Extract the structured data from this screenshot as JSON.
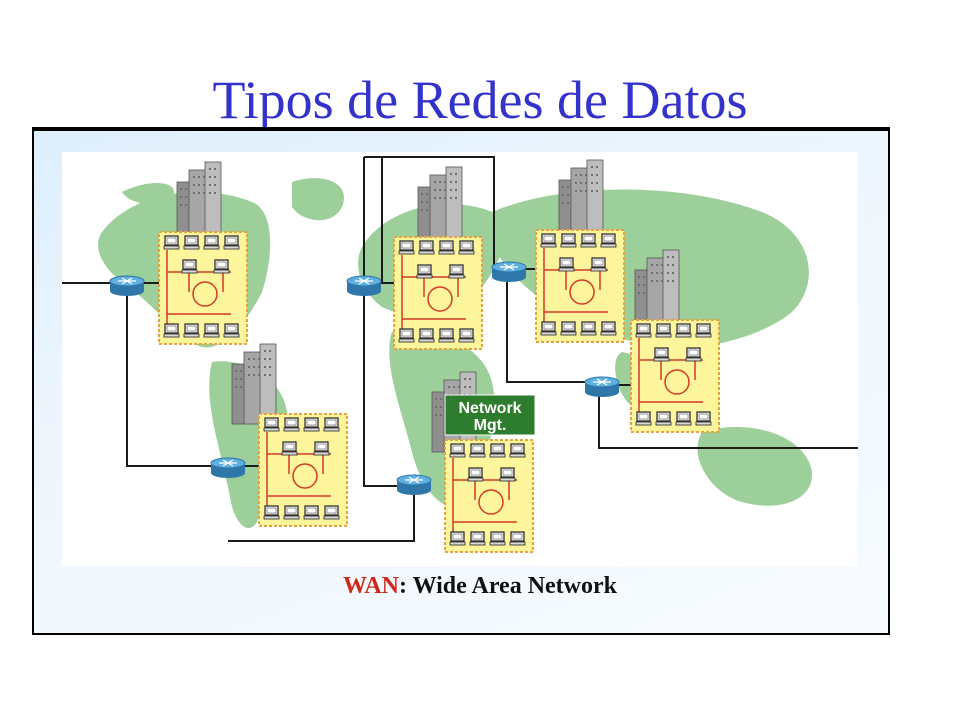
{
  "slide": {
    "title": "Tipos de Redes de Datos",
    "caption_acronym": "WAN",
    "caption_rest": ": Wide Area Network"
  },
  "diagram": {
    "management_label_line1": "Network",
    "management_label_line2": "Mgt.",
    "sites": [
      "north-america",
      "south-america",
      "europe",
      "russia-west",
      "russia-east",
      "africa-management"
    ],
    "routers": 6,
    "colors": {
      "map": "#9ccf9a",
      "site_panel": "#fdf59c",
      "site_border": "#e6a23c",
      "lan_wiring": "#d23b2a",
      "wan_link": "#1a1a1a",
      "router": "#3f8fc2",
      "management_label_bg": "#2e7d2e",
      "title": "#3333cc",
      "caption_acronym": "#cc2a1a"
    }
  }
}
